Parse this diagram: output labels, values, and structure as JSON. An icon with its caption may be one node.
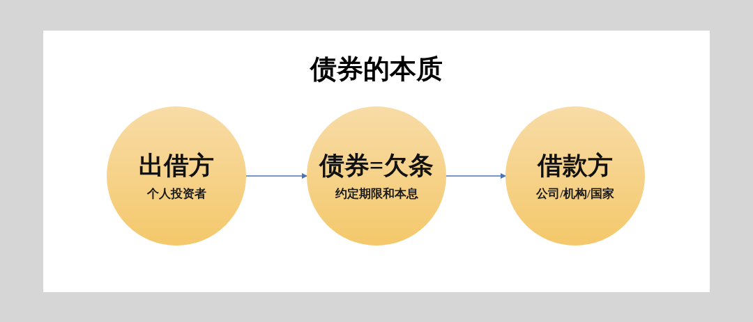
{
  "diagram": {
    "title": "债券的本质",
    "nodes": [
      {
        "text": [
          "出借方",
          "个人投资者"
        ]
      },
      {
        "text": [
          "债券=欠条",
          "约定期限和本息"
        ]
      },
      {
        "text": [
          "借款方",
          "公司/机构/国家"
        ]
      }
    ],
    "edges": [
      {
        "from": 0,
        "to": 1,
        "arrow": "to"
      },
      {
        "from": 1,
        "to": 2,
        "arrow": "to"
      }
    ]
  }
}
